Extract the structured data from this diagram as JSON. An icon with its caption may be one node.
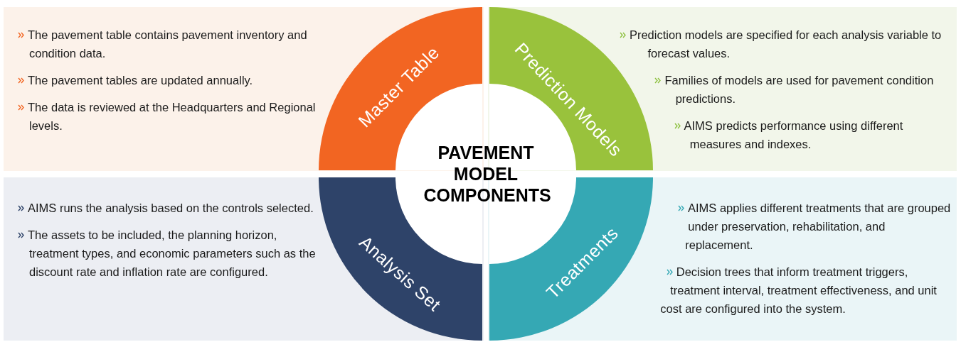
{
  "diagram": {
    "nodes": [
      {
        "text": [
          "The pavement table contains pavement inventory and condition data.",
          "The pavement tables are updated annually.",
          "The data is reviewed at the Headquarters and Regional levels."
        ]
      },
      {
        "text": [
          "Prediction models are specified for each analysis variable to forecast values.",
          "Families of models are used for pavement condition predictions.",
          "AIMS predicts performance using different measures and indexes."
        ]
      },
      {
        "text": [
          "AIMS runs the analysis based on the controls selected.",
          "The assets to be included, the planning horizon, treatment types, and economic parameters such as the discount rate and inflation rate are configured."
        ]
      },
      {
        "text": [
          "AIMS applies different treatments that are grouped under preservation, rehabilitation, and replacement.",
          "Decision trees that inform treatment triggers, treatment interval, treatment effectiveness, and unit cost are configured into the system."
        ]
      },
      {
        "text": [
          "Master Table"
        ],
        "in": 0
      },
      {
        "text": [
          "Prediction Models"
        ],
        "in": 1
      },
      {
        "text": [
          "Analysis Set"
        ],
        "in": 2
      },
      {
        "text": [
          "Treatments"
        ],
        "in": 3
      },
      {
        "text": [
          "PAVEMENT MODEL COMPONENTS"
        ]
      }
    ]
  }
}
